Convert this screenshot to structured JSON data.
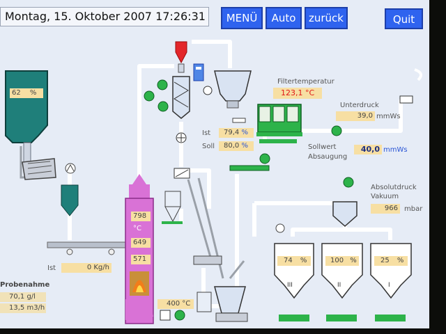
{
  "header": {
    "datetime": "Montag, 15. Oktober 2007 17:26:31",
    "menu_label": "MENÜ",
    "auto_label": "Auto",
    "back_label": "zurück",
    "quit_label": "Quit"
  },
  "feed_hopper": {
    "level": "62",
    "unit": "%"
  },
  "feed": {
    "label": "Ist",
    "value": "0",
    "unit": "Kg/h"
  },
  "sample": {
    "title": "Probenahme",
    "value1": "70,1",
    "unit1": "g/l",
    "value2": "13,5",
    "unit2": "m3/h"
  },
  "reactor": {
    "t1": "798",
    "unit": "°C",
    "t2": "649",
    "t3": "571",
    "bottom_temp": "400",
    "bottom_unit": "°C"
  },
  "filter": {
    "label": "Filtertemperatur",
    "value": "123,1",
    "unit": "°C"
  },
  "ist_soll": {
    "ist_label": "Ist",
    "ist_value": "79,4",
    "ist_unit": "%",
    "soll_label": "Soll",
    "soll_value": "80,0",
    "soll_unit": "%"
  },
  "pressure": {
    "label": "Unterdruck",
    "value": "39,0",
    "unit": "mmWs"
  },
  "setpoint": {
    "label1": "Sollwert",
    "label2": "Absaugung",
    "value": "40,0",
    "unit": "mmWs"
  },
  "vacuum": {
    "label1": "Absolutdruck",
    "label2": "Vakuum",
    "value": "966",
    "unit": "mbar"
  },
  "silos": [
    {
      "level": "74",
      "unit": "%",
      "name": "III"
    },
    {
      "level": "100",
      "unit": "%",
      "name": "II"
    },
    {
      "level": "25",
      "unit": "%",
      "name": "I"
    }
  ],
  "colors": {
    "pipe": "#ffffff",
    "button": "#2f63ef",
    "value_bg": "#f7dfa3",
    "accent_green": "#2db34a",
    "reactor": "#d972d6",
    "hopper": "#1f7f7a"
  }
}
